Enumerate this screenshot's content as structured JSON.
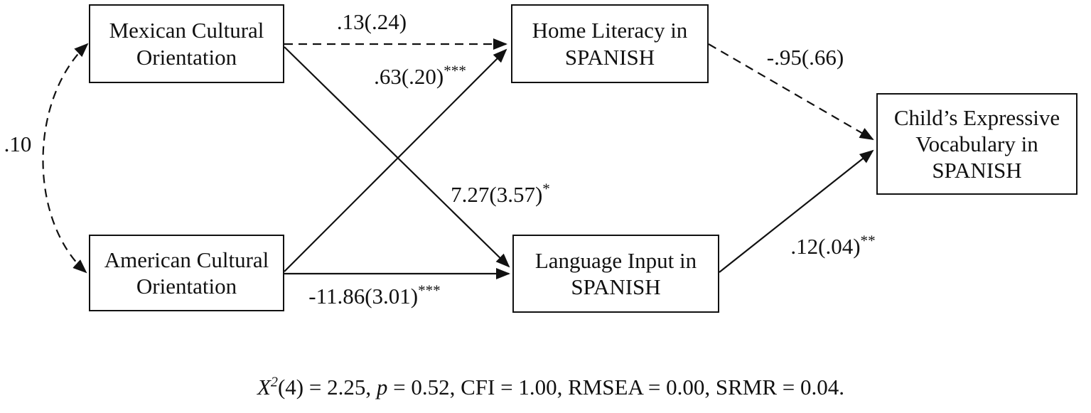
{
  "nodes": {
    "mexican_cultural_orientation": {
      "lines": [
        "Mexican Cultural",
        "Orientation"
      ]
    },
    "american_cultural_orientation": {
      "lines": [
        "American Cultural",
        "Orientation"
      ]
    },
    "home_literacy_spanish": {
      "lines": [
        "Home Literacy in",
        "SPANISH"
      ]
    },
    "language_input_spanish": {
      "lines": [
        "Language Input in",
        "SPANISH"
      ]
    },
    "child_expressive_vocabulary_spanish": {
      "lines": [
        "Child’s Expressive",
        "Vocabulary in",
        "SPANISH"
      ]
    }
  },
  "paths": {
    "mexican_to_home_literacy": {
      "coefficient": ".13(.24)",
      "significance": "",
      "style": "dashed"
    },
    "american_to_home_literacy": {
      "coefficient": ".63(.20)",
      "significance": "***",
      "style": "solid"
    },
    "mexican_to_language_input": {
      "coefficient": "7.27(3.57)",
      "significance": "*",
      "style": "solid"
    },
    "american_to_language_input": {
      "coefficient": "-11.86(3.01)",
      "significance": "***",
      "style": "solid"
    },
    "home_literacy_to_vocabulary": {
      "coefficient": "-.95(.66)",
      "significance": "",
      "style": "dashed"
    },
    "language_input_to_vocabulary": {
      "coefficient": ".12(.04)",
      "significance": "**",
      "style": "solid"
    },
    "mexican_american_covariance": {
      "coefficient": ".10",
      "significance": "",
      "style": "dashed-curved"
    }
  },
  "fit_statistics": {
    "chi_symbol": "X",
    "chi_exponent": "2",
    "chi_df_value": "(4) = 2.25, ",
    "p_symbol": "p",
    "p_rest": " = 0.52, CFI = 1.00, RMSEA = 0.00, SRMR = 0.04."
  },
  "colors": {
    "line": "#111111",
    "box_border": "#111111",
    "text": "#111111",
    "background": "#ffffff"
  }
}
